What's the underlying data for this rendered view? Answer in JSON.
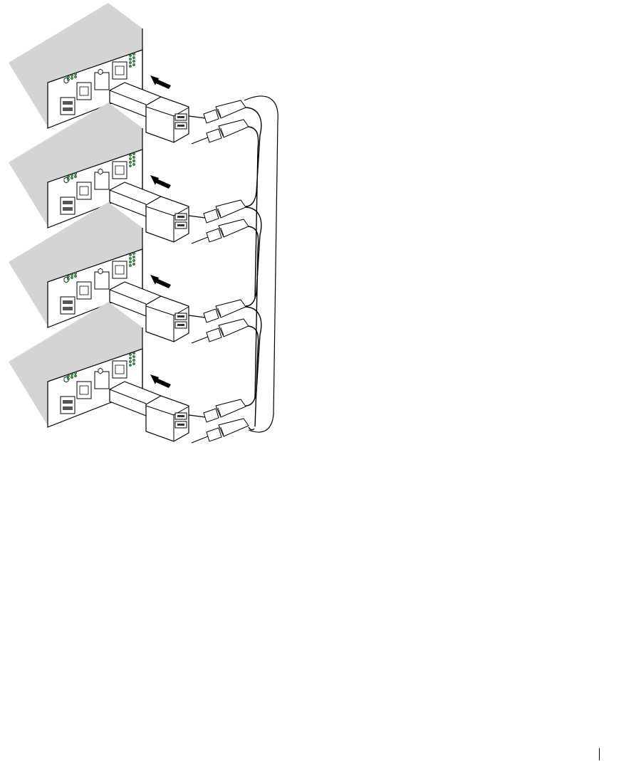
{
  "figure": {
    "kind": "stacking-cable-installation",
    "units": [
      {
        "id": "unit-1"
      },
      {
        "id": "unit-2"
      },
      {
        "id": "unit-3"
      },
      {
        "id": "unit-4"
      }
    ],
    "colors": {
      "chassis_top": "#d4d4d4",
      "chassis_face": "#ffffff",
      "outline": "#000000",
      "led": "#2e9e3e",
      "arrow": "#000000"
    },
    "icons": {
      "insert_arrow": "arrow-icon",
      "stack_cable": "cable-icon",
      "led": "led-icon"
    }
  }
}
